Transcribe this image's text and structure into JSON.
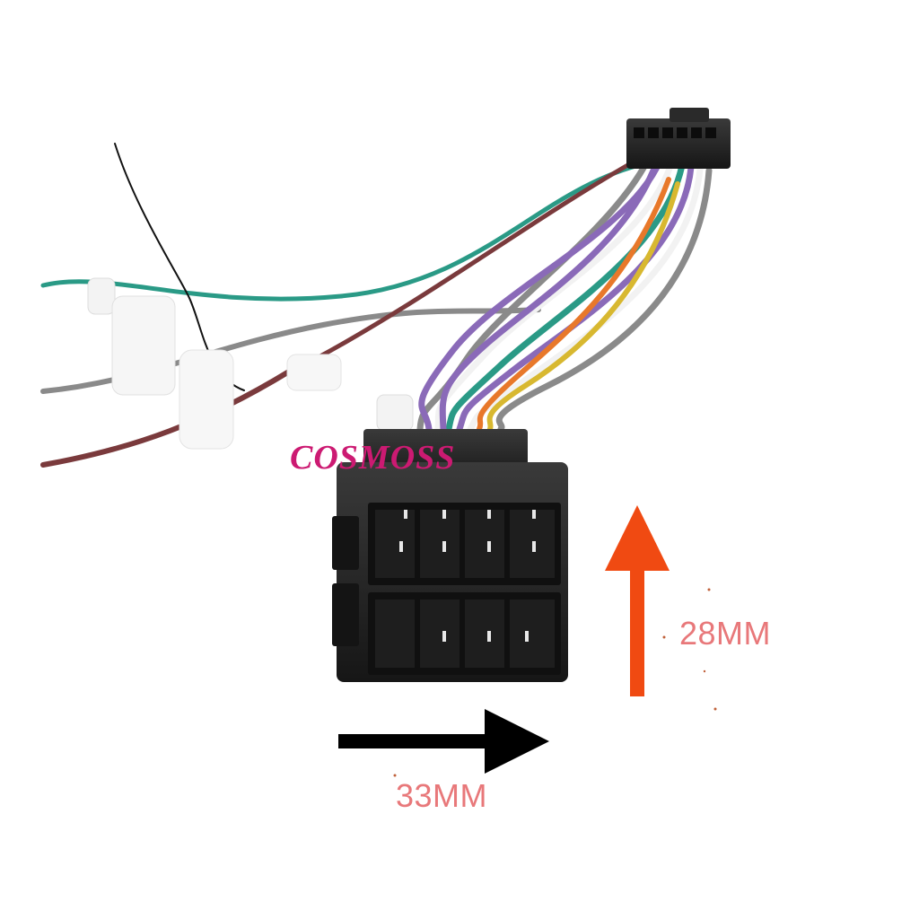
{
  "brand": {
    "text": "COSMOSS",
    "color": "#cc1a72"
  },
  "dimensions": {
    "width_label": "33MM",
    "height_label": "28MM",
    "label_color": "#e8787a",
    "width_arrow_color": "#000000",
    "height_arrow_color": "#f04a12"
  },
  "wire_colors": {
    "green": "#2a9a86",
    "gray": "#8a8a8a",
    "brown": "#7a3a3c",
    "purple": "#8a6ab8",
    "white": "#f2f2f2",
    "orange": "#e8782a",
    "yellow": "#d8b830",
    "black": "#111111"
  },
  "connector_color": "#232323"
}
